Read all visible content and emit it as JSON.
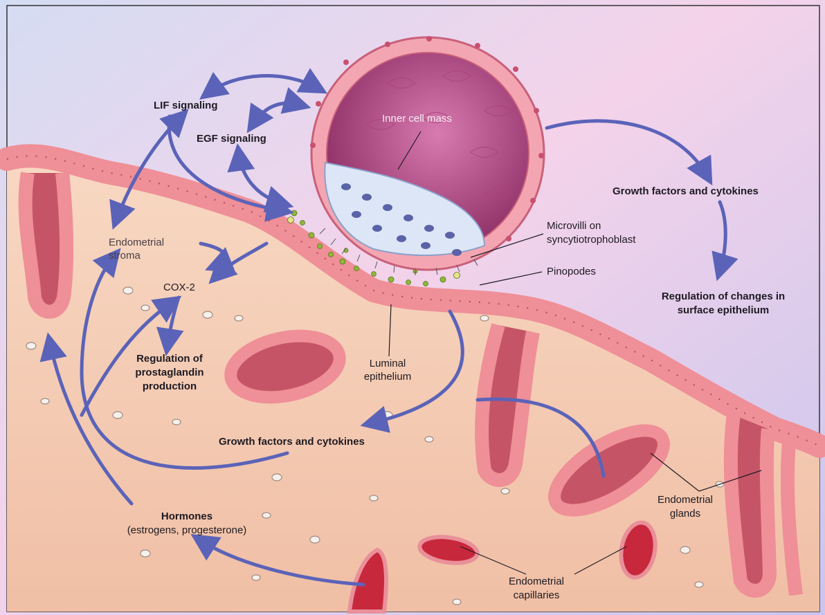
{
  "labels": {
    "lif": "LIF signaling",
    "egf": "EGF signaling",
    "inner_cell_mass": "Inner cell mass",
    "growth_top": "Growth factors and cytokines",
    "microvilli_1": "Microvilli on",
    "microvilli_2": "syncytiotrophoblast",
    "pinopodes": "Pinopodes",
    "regulation_surface_1": "Regulation of changes in",
    "regulation_surface_2": "surface epithelium",
    "stroma_1": "Endometrial",
    "stroma_2": "stroma",
    "cox2": "COX-2",
    "prostaglandin_1": "Regulation of",
    "prostaglandin_2": "prostaglandin",
    "prostaglandin_3": "production",
    "luminal_1": "Luminal",
    "luminal_2": "epithelium",
    "growth_bottom": "Growth factors and cytokines",
    "glands_1": "Endometrial",
    "glands_2": "glands",
    "hormones_1": "Hormones",
    "hormones_2": "(estrogens, progesterone)",
    "capillaries_1": "Endometrial",
    "capillaries_2": "capillaries"
  },
  "colors": {
    "arrow": "#5b63b8",
    "epithelium": "#ef8f97",
    "stroma": "#f6d0b8",
    "blastocyst": "#b84f86",
    "capillary": "#c8283c"
  }
}
